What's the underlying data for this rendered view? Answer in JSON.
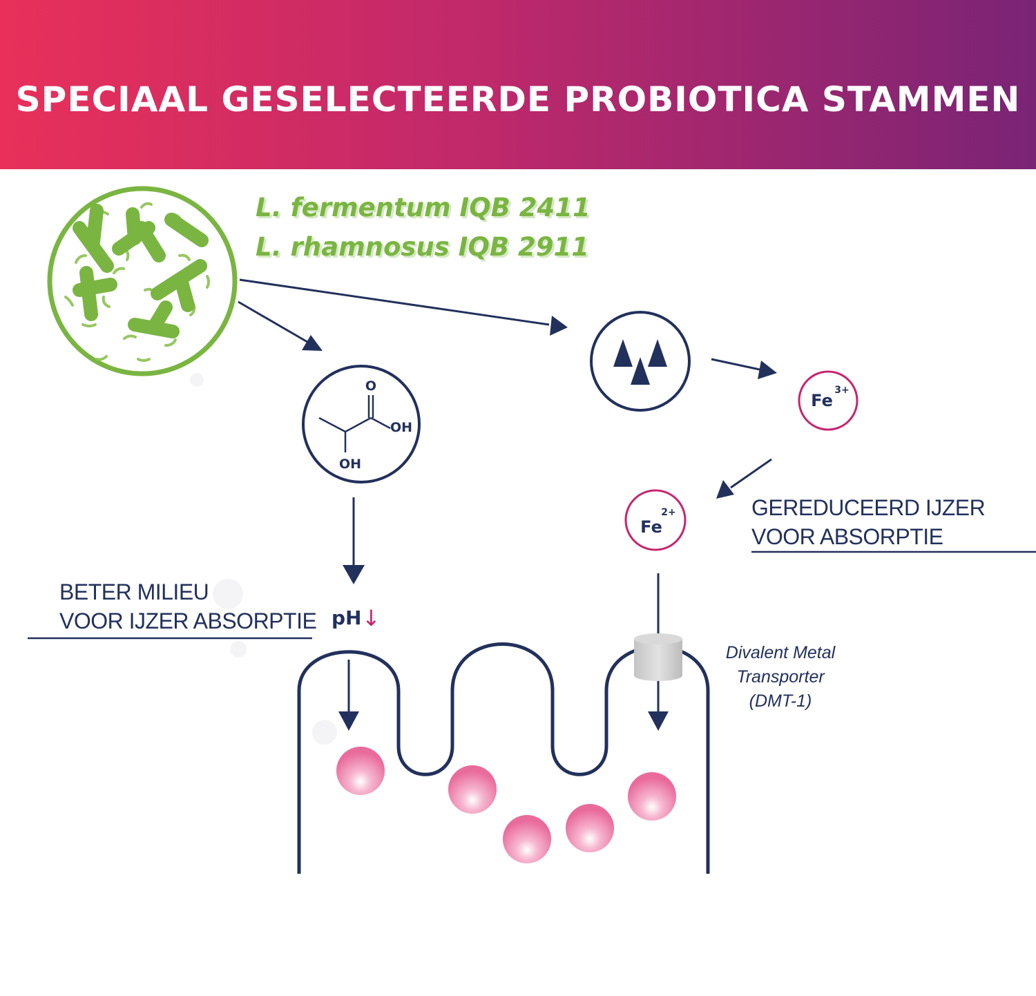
{
  "header": {
    "title": "SPECIAAL GESELECTEERDE PROBIOTICA STAMMEN",
    "gradient_start": "#e8305a",
    "gradient_end": "#7a2475"
  },
  "strains": [
    "L. fermentum IQB 2411",
    "L. rhamnosus IQB 2911"
  ],
  "lactic_acid": {
    "oxygen_label": "O",
    "acid_label": "OH",
    "hydroxyl_label": "OH"
  },
  "iron": {
    "fe3": {
      "symbol": "Fe",
      "charge": "3+"
    },
    "fe2": {
      "symbol": "Fe",
      "charge": "2+"
    }
  },
  "ph": {
    "label": "pH",
    "arrow": "↓"
  },
  "labels": {
    "milieu": [
      "BETER MILIEU",
      "VOOR IJZER ABSORPTIE"
    ],
    "ijzer": [
      "GEREDUCEERD IJZER",
      "VOOR ABSORPTIE"
    ]
  },
  "transporter": {
    "lines": [
      "Divalent Metal",
      "Transporter",
      "(DMT-1)"
    ]
  },
  "colors": {
    "navy": "#22305c",
    "green": "#7ab542",
    "magenta": "#c8246e",
    "pink": "#ea6ea0"
  }
}
